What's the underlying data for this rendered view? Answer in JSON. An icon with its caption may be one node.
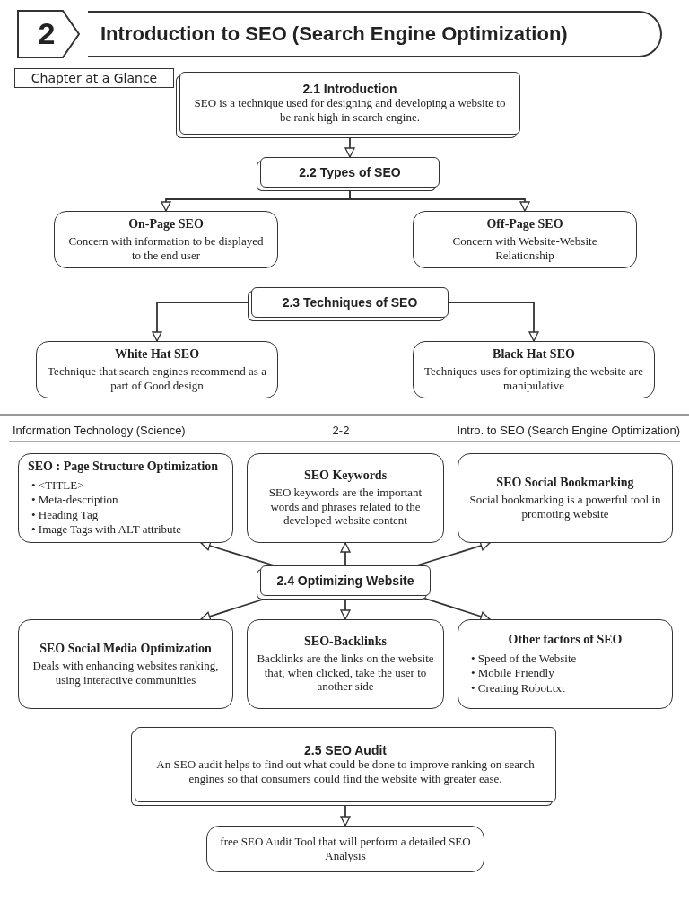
{
  "diagram": {
    "title": "Introduction to SEO (Search Engine Optimization)",
    "nodes": [
      {
        "text": [
          "2.1 Introduction",
          "SEO is a technique used for designing and developing a website to be rank high in search engine."
        ]
      },
      {
        "text": [
          "2.2 Types of SEO"
        ]
      },
      {
        "text": [
          "On-Page SEO",
          "Concern with information to be displayed to the end user"
        ]
      },
      {
        "text": [
          "Off-Page SEO",
          "Concern with Website-Website Relationship"
        ]
      },
      {
        "text": [
          "2.3 Techniques of SEO"
        ]
      },
      {
        "text": [
          "White Hat SEO",
          "Technique that search engines recommend as a part of Good design"
        ]
      },
      {
        "text": [
          "Black Hat SEO",
          "Techniques uses for optimizing the website are manipulative"
        ]
      },
      {
        "text": [
          "SEO : Page Structure Optimization",
          "• <TITLE>",
          "• Meta-description",
          "• Heading Tag",
          "• Image Tags with ALT attribute"
        ]
      },
      {
        "text": [
          "SEO Keywords",
          "SEO keywords are the important words and phrases related to the developed website content"
        ]
      },
      {
        "text": [
          "SEO Social Bookmarking",
          "Social bookmarking is a powerful tool in promoting website"
        ]
      },
      {
        "text": [
          "2.4 Optimizing Website"
        ]
      },
      {
        "text": [
          "SEO Social Media Optimization",
          "Deals with enhancing websites ranking, using interactive communities"
        ]
      },
      {
        "text": [
          "SEO-Backlinks",
          "Backlinks are the links on the website that, when clicked, take the user to another side"
        ]
      },
      {
        "text": [
          "Other factors of SEO",
          "• Speed of the Website",
          "• Mobile Friendly",
          "• Creating Robot.txt"
        ]
      },
      {
        "text": [
          "2.5 SEO Audit",
          "An SEO audit helps to find out what could be done to improve ranking on search engines so that consumers could find the website with greater ease."
        ]
      },
      {
        "text": [
          "free SEO Audit Tool that will perform a detailed SEO Analysis"
        ]
      }
    ],
    "edges": [
      {
        "from": 0,
        "to": 1,
        "arrow": "to"
      },
      {
        "from": 1,
        "to": 2,
        "arrow": "to"
      },
      {
        "from": 1,
        "to": 3,
        "arrow": "to"
      },
      {
        "from": 4,
        "to": 5,
        "arrow": "to"
      },
      {
        "from": 4,
        "to": 6,
        "arrow": "to"
      },
      {
        "from": 10,
        "to": 7,
        "arrow": "to"
      },
      {
        "from": 10,
        "to": 8,
        "arrow": "to"
      },
      {
        "from": 10,
        "to": 9,
        "arrow": "to"
      },
      {
        "from": 10,
        "to": 11,
        "arrow": "to"
      },
      {
        "from": 10,
        "to": 12,
        "arrow": "to"
      },
      {
        "from": 10,
        "to": 13,
        "arrow": "to"
      },
      {
        "from": 14,
        "to": 15,
        "arrow": "to"
      }
    ],
    "labels": [
      "2",
      "Chapter at a Glance",
      "Information Technology (Science)",
      "2-2",
      "Intro. to SEO (Search Engine Optimization)"
    ]
  }
}
